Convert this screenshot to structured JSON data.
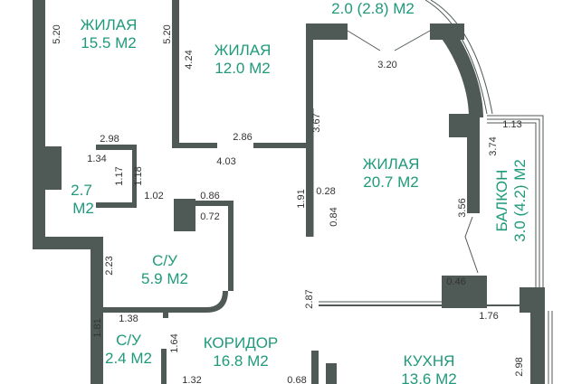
{
  "colors": {
    "wall": "#4f5a57",
    "room_label": "#1f9a7a",
    "dimension": "#333333",
    "background": "#ffffff"
  },
  "rooms": [
    {
      "id": "room-top-left",
      "lines": [
        "ЖИЛАЯ",
        "15.5 М2"
      ]
    },
    {
      "id": "room-top-middle",
      "lines": [
        "ЖИЛАЯ",
        "12.0 М2"
      ]
    },
    {
      "id": "room-top-right-partial",
      "lines": [
        "2.0 (2.8) М2"
      ]
    },
    {
      "id": "room-main-living",
      "lines": [
        "ЖИЛАЯ",
        "20.7 М2"
      ]
    },
    {
      "id": "room-small-storage",
      "lines": [
        "2.7",
        "М2"
      ]
    },
    {
      "id": "room-bathroom-large",
      "lines": [
        "С/У",
        "5.9 М2"
      ]
    },
    {
      "id": "room-bathroom-small",
      "lines": [
        "С/У",
        "2.4 М2"
      ]
    },
    {
      "id": "room-corridor",
      "lines": [
        "КОРИДОР",
        "16.8 М2"
      ]
    },
    {
      "id": "room-kitchen",
      "lines": [
        "КУХНЯ",
        "13.6 М2"
      ]
    },
    {
      "id": "room-balcony",
      "lines": [
        "БАЛКОН",
        "3.0 (4.2) М2"
      ]
    }
  ],
  "dimensions": [
    "5.20",
    "5.20",
    "4.24",
    "3.20",
    "3.67",
    "2.98",
    "2.86",
    "1.34",
    "1.17",
    "1.18",
    "4.03",
    "1.13",
    "3.74",
    "1.91",
    "0.28",
    "0.84",
    "1.02",
    "0.86",
    "0.72",
    "3.56",
    "2.23",
    "0.46",
    "2.87",
    "1.38",
    "1.76",
    "1.81",
    "1.64",
    "1.32",
    "0.68",
    "2.98"
  ]
}
